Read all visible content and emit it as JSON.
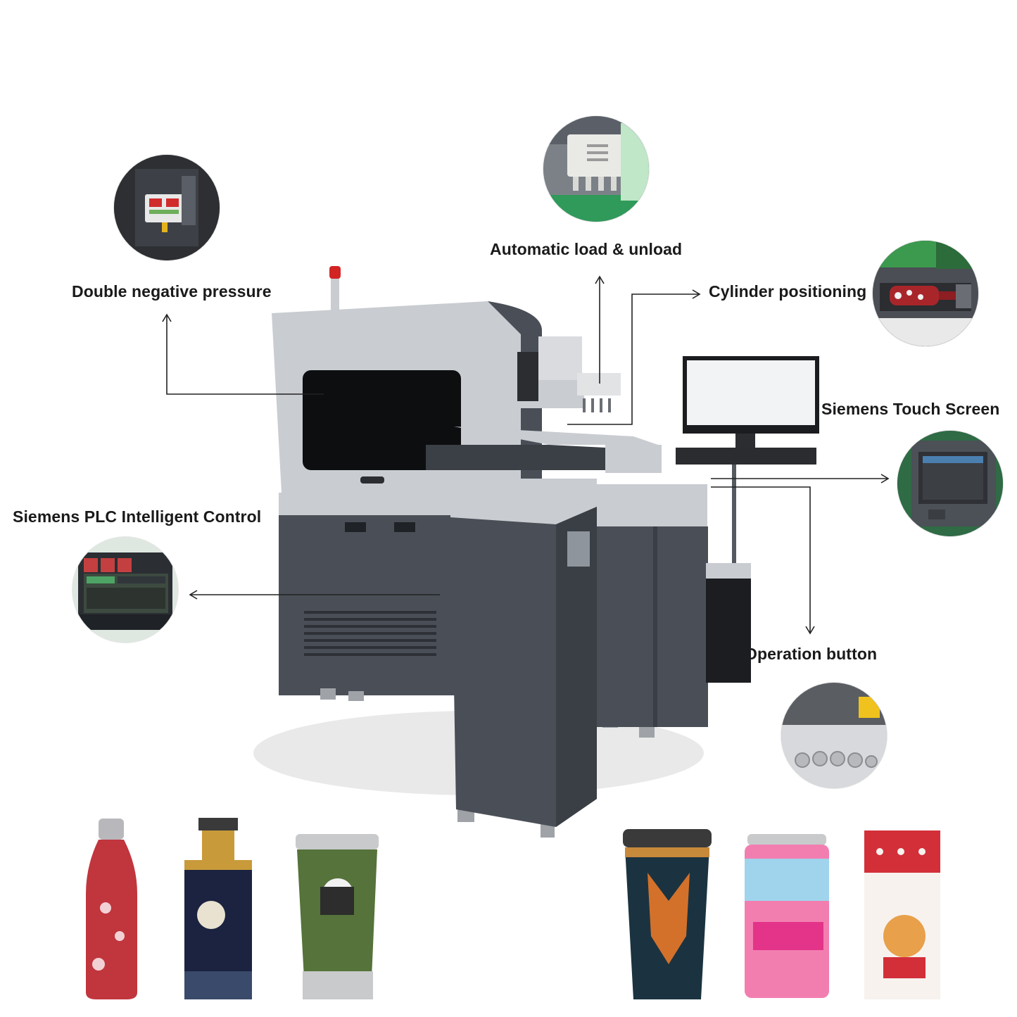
{
  "features": {
    "double_negative_pressure": "Double negative pressure",
    "automatic_load_unload": "Automatic load & unload",
    "cylinder_positioning": "Cylinder positioning",
    "siemens_touch_screen": "Siemens Touch Screen",
    "siemens_plc": "Siemens PLC Intelligent Control",
    "operation_button": "Operation button"
  },
  "colors": {
    "machine_dark": "#4a4f57",
    "machine_light": "#c9ccd1",
    "arrow": "#222222"
  },
  "icons": [
    "gauge-panel-icon",
    "printhead-icon",
    "bottle-clamp-icon",
    "touch-screen-icon",
    "plc-module-icon",
    "control-buttons-icon"
  ]
}
